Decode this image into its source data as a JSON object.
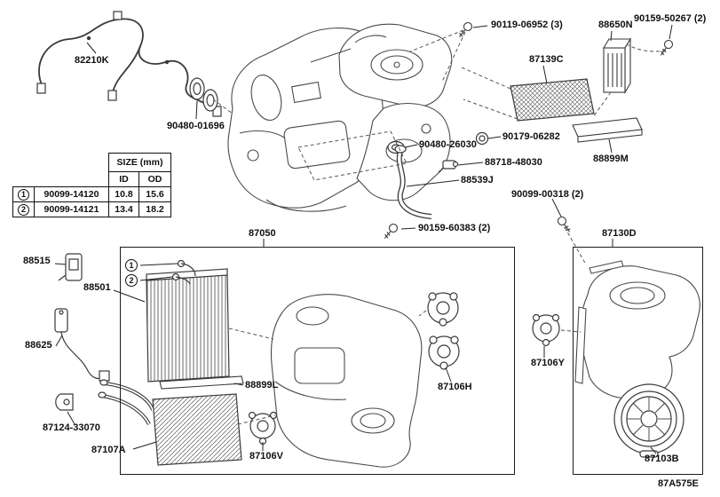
{
  "diagram": {
    "code": "87A575E"
  },
  "labels": {
    "wire_harness": "82210K",
    "grommet_pair": "90480-01696",
    "screw_top": "90119-06952 (3)",
    "amplifier": "88650N",
    "screw_amplifier": "90159-50267 (2)",
    "cabin_filter": "87139C",
    "grommet_drain": "90179-06282",
    "pipe_ring": "90480-26030",
    "hose_clamp": "88718-48030",
    "drain_hose": "88539J",
    "filter_cover": "88899M",
    "screw_blower": "90099-00318 (2)",
    "screw_lower": "90159-60383 (2)",
    "blower_unit": "87130D",
    "ac_unit": "87050",
    "bracket": "88515",
    "evaporator": "88501",
    "thermistor": "88625",
    "pipe_clamp": "87124-33070",
    "heater_core": "87107A",
    "packing": "88899L",
    "servo_motor_v": "87106V",
    "servo_motor_h": "87106H",
    "servo_motor_y": "87106Y",
    "blower_motor": "87103B"
  },
  "size_table": {
    "title": "SIZE (mm)",
    "columns": [
      "ID",
      "OD"
    ],
    "rows": [
      {
        "marker": "1",
        "part_no": "90099-14120",
        "id_mm": "10.8",
        "od_mm": "15.6"
      },
      {
        "marker": "2",
        "part_no": "90099-14121",
        "id_mm": "13.4",
        "od_mm": "18.2"
      }
    ]
  }
}
